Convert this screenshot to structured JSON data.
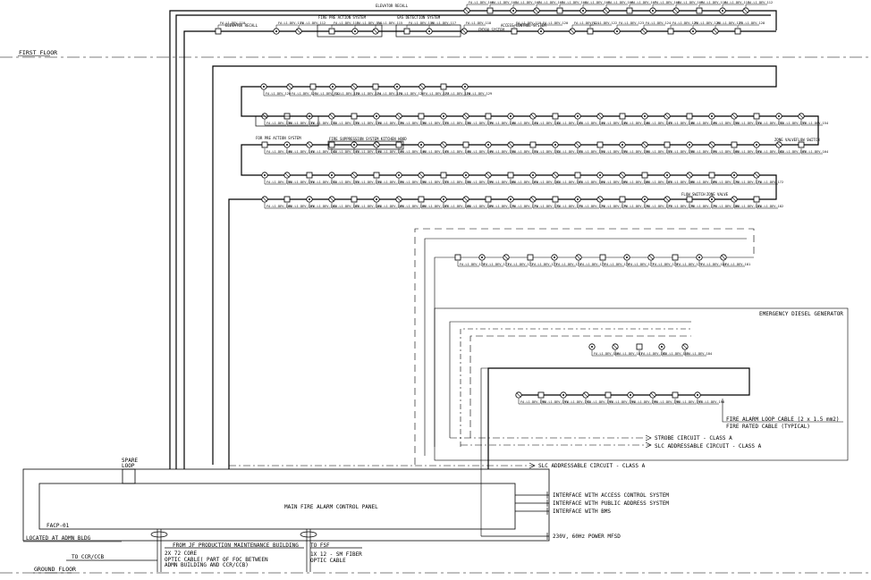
{
  "floors": {
    "first": "FIRST FLOOR",
    "ground": "GROUND FLOOR"
  },
  "panel": {
    "name": "MAIN FIRE ALARM CONTROL PANEL",
    "tag": "FACP-01",
    "location": "LOCATED AT ADMN BLDG",
    "spare": [
      "SPARE",
      "LOOP"
    ]
  },
  "circuits": {
    "slc_main": "SLC ADDRESSABLE CIRCUIT - CLASS A",
    "strobe": "STROBE CIRCUIT - CLASS A",
    "slc_gen": "SLC ADDRESSABLE CIRCUIT - CLASS A",
    "loop_cable": "FIRE ALARM LOOP CABLE (2 x 1.5 mm2)",
    "fire_rated": "FIRE RATED CABLE (TYPICAL)"
  },
  "generator": "EMERGENCY DIESEL GENERATOR",
  "interfaces": [
    "INTERFACE WITH ACCESS CONTROL SYSTEM",
    "INTERFACE WITH PUBLIC ADDRESS SYSTEM",
    "INTERFACE WITH BMS"
  ],
  "power": "230V, 60Hz POWER MFSD",
  "bottom": {
    "to_ccr": "TO CCR/CCB",
    "from_jf": "FROM JF PRODUCTION MAINTENANCE BUILDING",
    "core": "2X 72 CORE",
    "optic_foc": "OPTIC CABLE( PART OF FOC BETWEEN",
    "admn": "ADMN BUILDING AND CCR/CCB)",
    "to_fsf": "TO FSF",
    "fiber": "1X 12 - SM FIBER",
    "optic": "OPTIC CABLE"
  },
  "top_labels": [
    "ELEVATOR RECALL",
    "ELEVATOR RECALL",
    "FIRE PRE ACTION SYSTEM",
    "GAS DETECTION SYSTEM",
    "ACCESS CONTROL SYSTEM",
    "FM200 SYSTEM",
    "FIRE SUPPRESSION SYSTEM KITCHEN HOOD",
    "FOR PRE ACTION SYSTEM",
    "ZONE VALVE",
    "FLOW SWITCH",
    "FLOW SWITCH",
    "ZONE VALVE"
  ],
  "device_tag": "FA-L1-DEV-###",
  "icon_names": [
    "smoke-detector-icon",
    "heat-detector-icon",
    "monitor-module-icon",
    "horn-strobe-icon",
    "manual-call-point-icon"
  ]
}
